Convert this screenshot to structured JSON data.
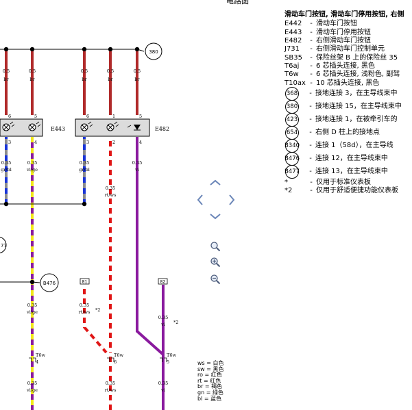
{
  "title": "电路图",
  "legend": {
    "heading": "滑动车门按钮, 滑动车门停用按钮, 右侧",
    "items": [
      {
        "code": "E442",
        "desc": "滑动车门按钮"
      },
      {
        "code": "E443",
        "desc": "滑动车门停用按钮"
      },
      {
        "code": "E482",
        "desc": "右侧滑动车门按钮"
      },
      {
        "code": "J731",
        "desc": "右侧滑动车门控制单元"
      },
      {
        "code": "SB35",
        "desc": "保险丝架 B 上的保险丝 35"
      },
      {
        "code": "T6aj",
        "desc": "6 芯插头连接, 黑色"
      },
      {
        "code": "T6w",
        "desc": "6 芯插头连接, 浅粉色, 副驾"
      },
      {
        "code": "T10ax",
        "desc": "10 芯插头连接, 黑色"
      }
    ],
    "circled": [
      {
        "code": "368",
        "desc": "接地连接 3，在主导线束中"
      },
      {
        "code": "380",
        "desc": "接地连接 15，在主导线束中"
      },
      {
        "code": "423",
        "desc": "接地连接 1，在被牵引车的"
      },
      {
        "code": "654",
        "desc": "右侧 D 柱上的接地点"
      },
      {
        "code": "B340",
        "desc": "连接 1（58d），在主导线"
      },
      {
        "code": "B476",
        "desc": "连接 12，在主导线束中"
      },
      {
        "code": "B477",
        "desc": "连接 13，在主导线束中"
      }
    ],
    "notes": [
      {
        "code": "*",
        "desc": "仅用于标准仪表板"
      },
      {
        "code": "*2",
        "desc": "仅用于舒适便捷功能仪表板"
      }
    ]
  },
  "color_key": [
    "ws = 白色",
    "sw = 黑色",
    "ro = 红色",
    "rt = 红色",
    "br = 褐色",
    "gn = 绿色",
    "bl = 蓝色"
  ],
  "diagram": {
    "ground_380": "380",
    "ground_b476": "B476",
    "ground_b477": "77",
    "e443": "E443",
    "e482": "E482",
    "top_labels": [
      {
        "size": "0.5",
        "color": "br"
      },
      {
        "size": "0.5",
        "color": "br"
      },
      {
        "size": "0.5",
        "color": "br"
      },
      {
        "size": "0.5",
        "color": "br"
      },
      {
        "size": "0.5",
        "color": "br"
      }
    ],
    "pin_labels_top": [
      "6",
      "5",
      "6",
      "1",
      "5"
    ],
    "pin_labels_bottom": [
      "3",
      "4",
      "3",
      "2",
      "4"
    ],
    "wire_labels_mid": [
      {
        "size": "0.35",
        "color": "gr/bl"
      },
      {
        "size": "0.35",
        "color": "vi/ge"
      },
      {
        "size": "0.35",
        "color": "gr/bl"
      },
      {
        "size": "0.35",
        "color": "rt/ws"
      },
      {
        "size": "0.35",
        "color": "vi"
      }
    ],
    "wire_labels_lower": [
      {
        "size": "0.35",
        "color": "vi/ge"
      },
      {
        "size": "0.35",
        "color": "rt/ws"
      },
      {
        "size": "0.35",
        "color": "vi"
      }
    ],
    "box_81": "81",
    "box_82": "82",
    "note_star2": "*2",
    "t6w": "T6w",
    "t6w_pins": [
      "4",
      "6",
      "5"
    ],
    "bottom_labels": [
      {
        "size": "0.35",
        "color": "vi/ge"
      },
      {
        "size": "0.35",
        "color": "rt/ws"
      },
      {
        "size": "0.35",
        "color": "vi"
      }
    ]
  },
  "colors": {
    "brown": "#b02a2a",
    "red": "#e01515",
    "blue": "#1a35d8",
    "grey": "#8c8c8c",
    "yellow": "#f2e81a",
    "violet": "#8a1a9e",
    "box_fill": "#dcdcdc"
  }
}
